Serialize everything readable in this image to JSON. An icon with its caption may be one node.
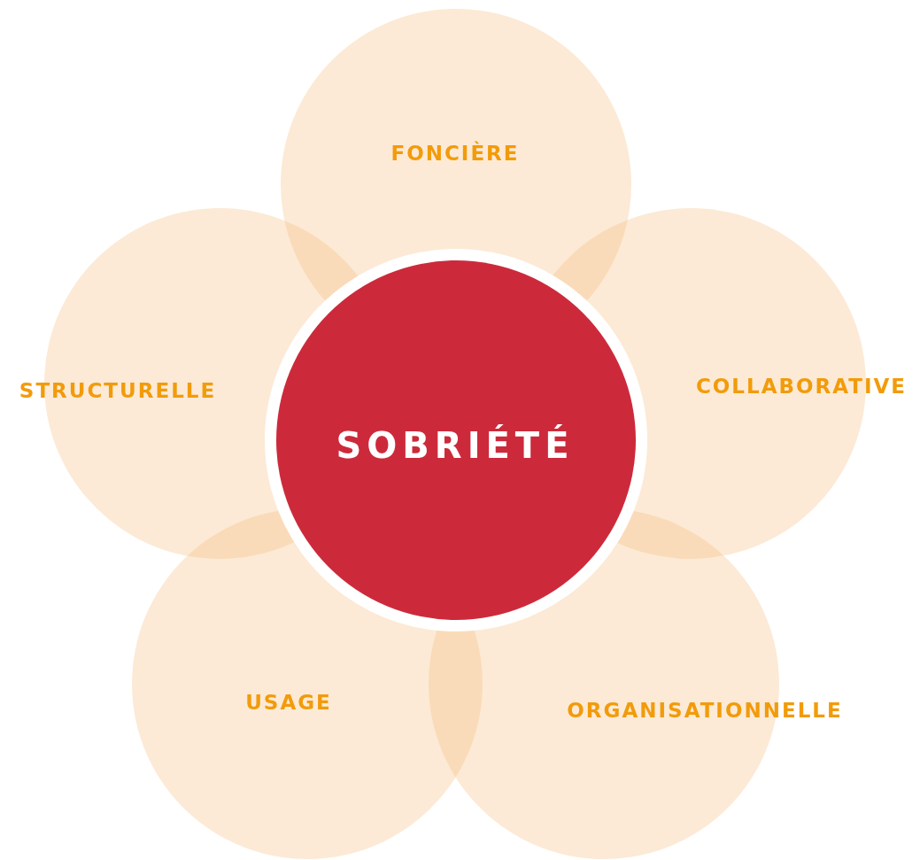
{
  "diagram": {
    "nodes": [
      {
        "text": [
          "FONCIÈRE"
        ]
      },
      {
        "text": [
          "STRUCTURELLE"
        ]
      },
      {
        "text": [
          "COLLABORATIVE"
        ]
      },
      {
        "text": [
          "SOBRIÉTÉ"
        ]
      },
      {
        "text": [
          "USAGE"
        ]
      },
      {
        "text": [
          "ORGANISATIONNELLE"
        ]
      }
    ],
    "edges": []
  }
}
